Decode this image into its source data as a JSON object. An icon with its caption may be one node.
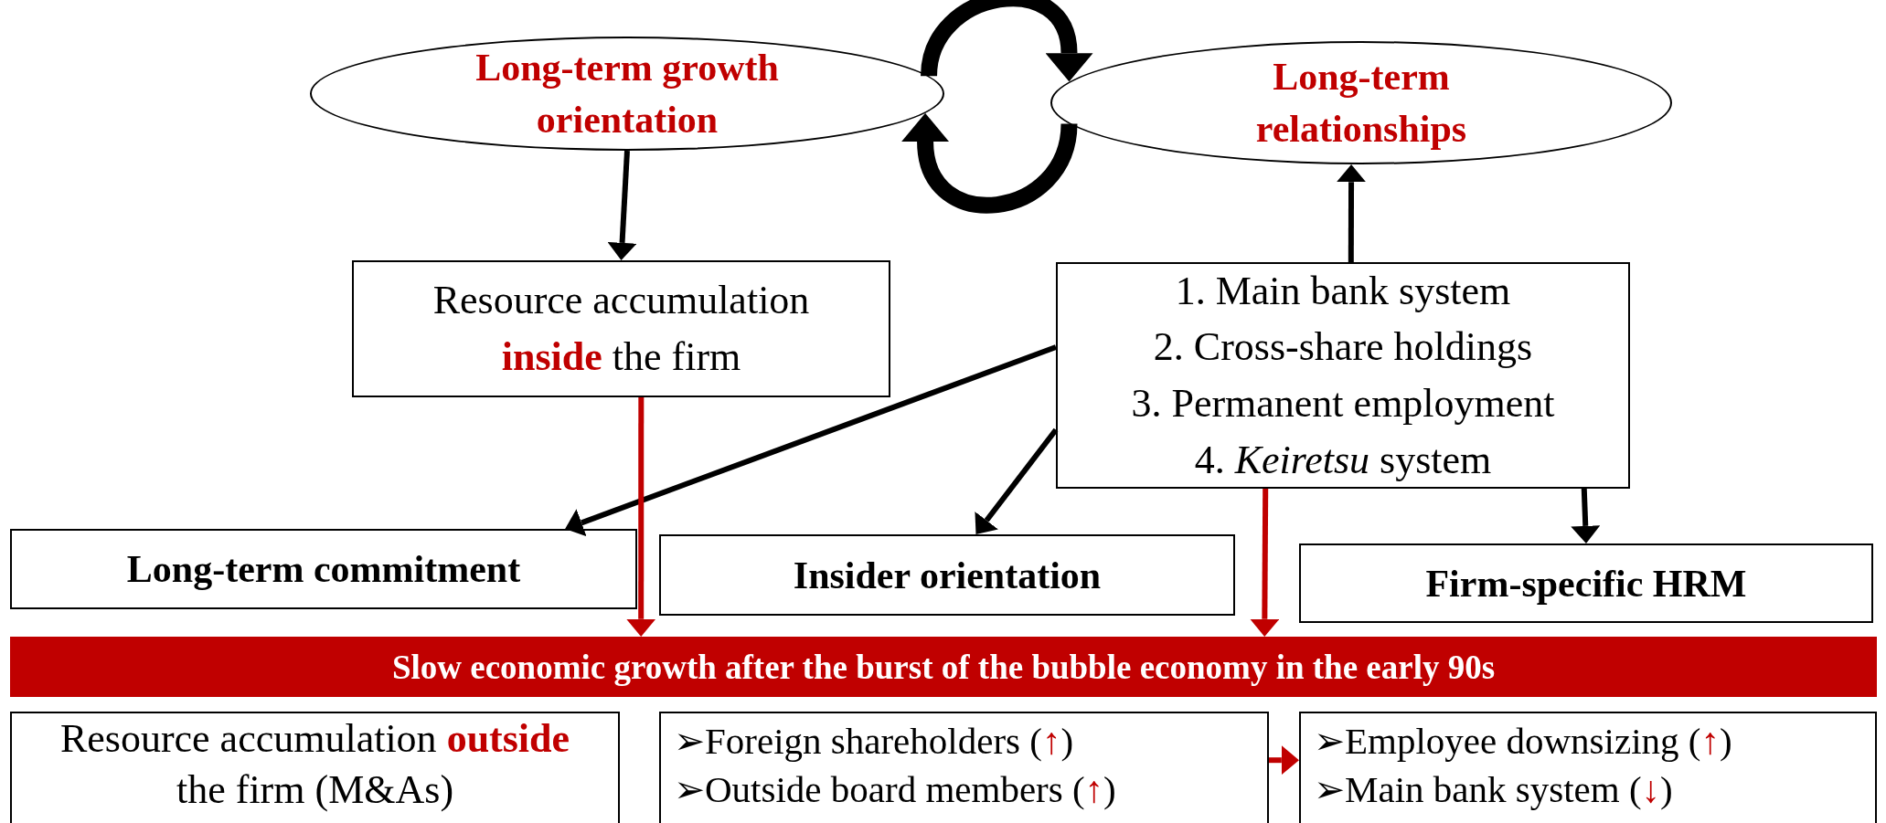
{
  "diagram": {
    "nodes": [
      {
        "text": [
          "Long-term growth orientation"
        ]
      },
      {
        "text": [
          "Long-term relationships"
        ]
      },
      {
        "text": [
          "Resource accumulation **inside** the firm"
        ]
      },
      {
        "text": [
          "1. Main bank system",
          "2. Cross-share holdings",
          "3. Permanent employment",
          "4. *Keiretsu* system"
        ]
      },
      {
        "text": [
          "Long-term commitment"
        ]
      },
      {
        "text": [
          "Insider orientation"
        ]
      },
      {
        "text": [
          "Firm-specific HRM"
        ]
      },
      {
        "text": [
          "Slow economic growth after the burst of the bubble economy in the early 90s"
        ]
      },
      {
        "text": [
          "Resource accumulation **outside** the firm (M&As)"
        ]
      },
      {
        "text": [
          "➢Foreign shareholders (↑)",
          "➢Outside board members (↑)"
        ]
      },
      {
        "text": [
          "➢Employee downsizing (↑)",
          "➢Main bank system (↓)"
        ]
      }
    ],
    "edges": [
      {
        "from": 0,
        "to": 1,
        "arrow": "to",
        "style": "thick"
      },
      {
        "from": 1,
        "to": 0,
        "arrow": "to",
        "style": "thick"
      },
      {
        "from": 0,
        "to": 2,
        "arrow": "to"
      },
      {
        "from": 3,
        "to": 1,
        "arrow": "to"
      },
      {
        "from": 3,
        "to": 4,
        "arrow": "to"
      },
      {
        "from": 3,
        "to": 5,
        "arrow": "to"
      },
      {
        "from": 3,
        "to": 6,
        "arrow": "to"
      },
      {
        "from": 2,
        "to": 7,
        "arrow": "to",
        "color": "#c00000"
      },
      {
        "from": 3,
        "to": 7,
        "arrow": "to",
        "color": "#c00000"
      },
      {
        "from": 9,
        "to": 10,
        "arrow": "to",
        "color": "#c00000"
      }
    ]
  }
}
